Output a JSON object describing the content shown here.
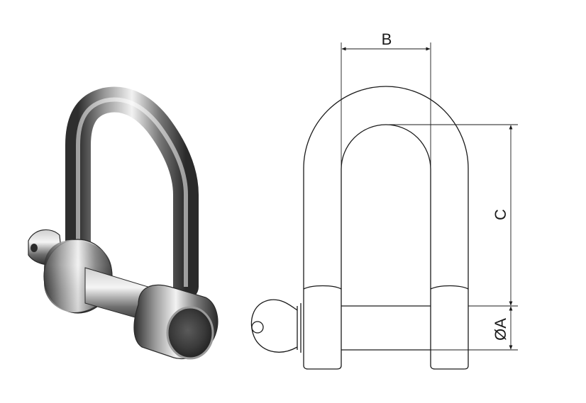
{
  "figure": {
    "dimension_labels": {
      "width": "B",
      "height": "C",
      "pin_diameter": "ØA"
    }
  },
  "colors": {
    "line": "#1a1a1a",
    "background": "#ffffff",
    "metal_dark": "#3a3a3a",
    "metal_mid": "#8a8a8a",
    "metal_light": "#e8e8e8"
  }
}
